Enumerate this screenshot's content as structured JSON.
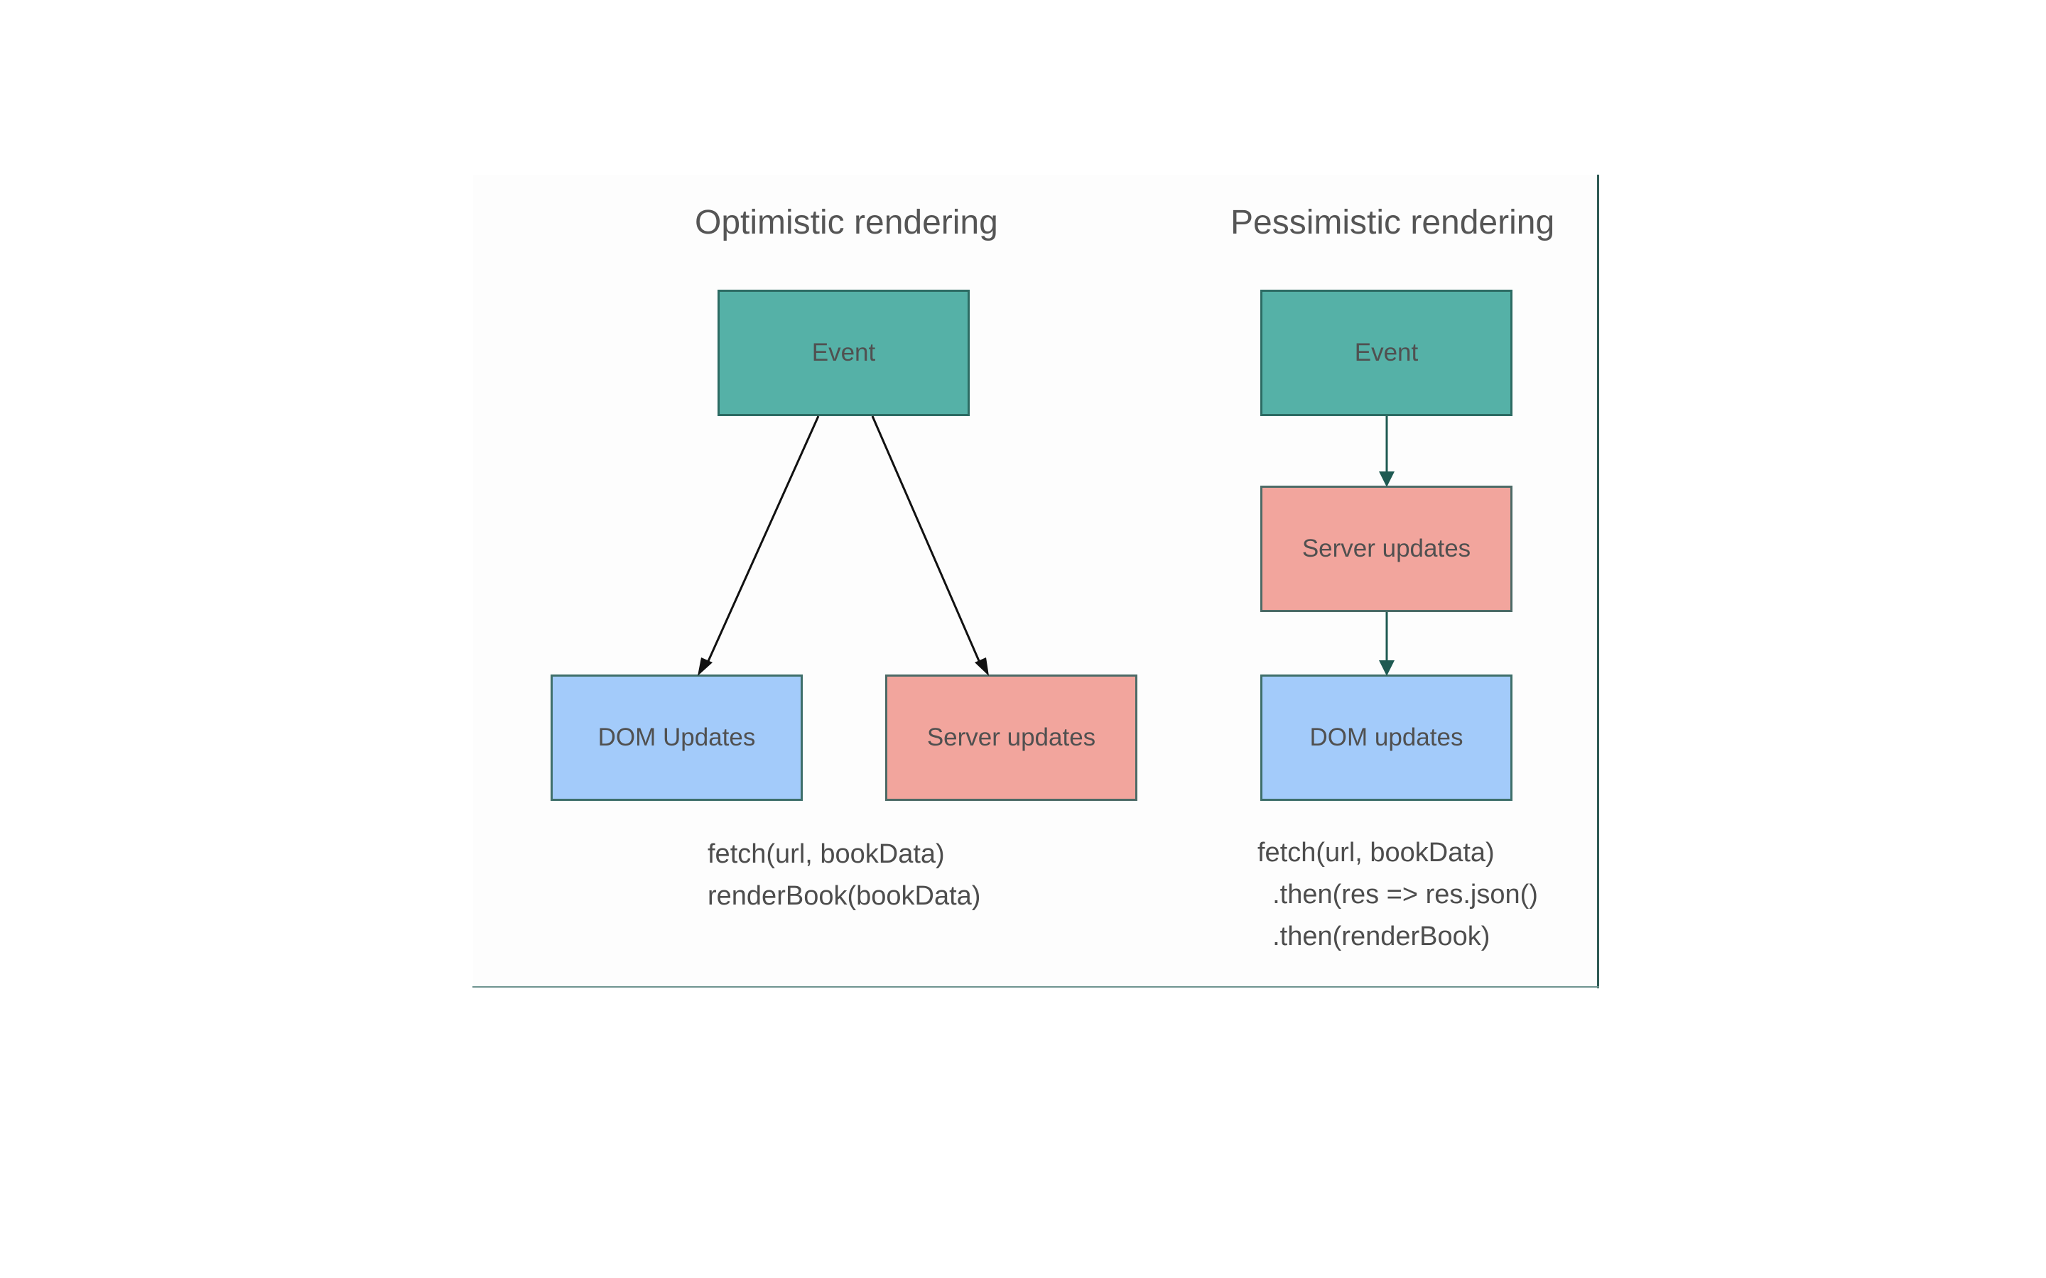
{
  "optimistic": {
    "title": "Optimistic rendering",
    "event": "Event",
    "dom": "DOM Updates",
    "server": "Server updates",
    "code": [
      "fetch(url, bookData)",
      "renderBook(bookData)"
    ]
  },
  "pessimistic": {
    "title": "Pessimistic rendering",
    "event": "Event",
    "server": "Server updates",
    "dom": "DOM updates",
    "code": [
      "fetch(url, bookData)",
      "  .then(res => res.json()",
      "  .then(renderBook)"
    ]
  },
  "colors": {
    "event": "#55b1a7",
    "server": "#f2a59d",
    "dom": "#a3cbfa",
    "optimistic_arrow": "#111111",
    "pessimistic_arrow": "#1f5a52"
  }
}
